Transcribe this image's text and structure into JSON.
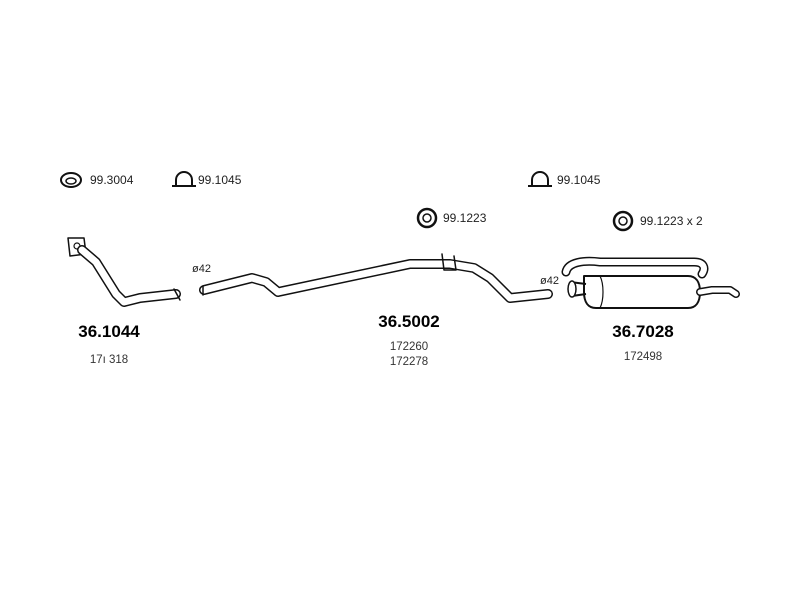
{
  "fittings": [
    {
      "code": "99.3004",
      "kind": "gasket-ring"
    },
    {
      "code": "99.1045",
      "kind": "u-clamp"
    },
    {
      "code": "99.1045",
      "kind": "u-clamp"
    },
    {
      "code": "99.1223",
      "kind": "rubber-ring"
    },
    {
      "code": "99.1223 x 2",
      "kind": "rubber-ring"
    }
  ],
  "parts": [
    {
      "number": "36.1044",
      "refs": [
        "17ı 318"
      ]
    },
    {
      "number": "36.5002",
      "refs": [
        "172260",
        "172278"
      ]
    },
    {
      "number": "36.7028",
      "refs": [
        "172498"
      ]
    }
  ],
  "diameters": [
    "ø42",
    "ø42"
  ]
}
